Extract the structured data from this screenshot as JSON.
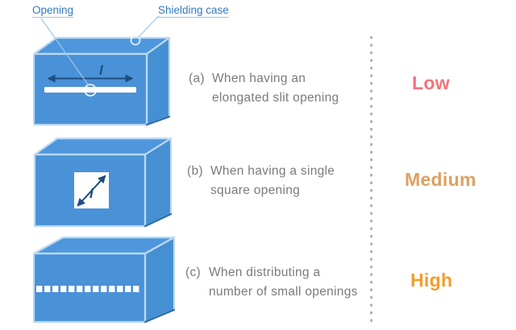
{
  "callouts": {
    "opening": "Opening",
    "shielding_case": "Shielding case"
  },
  "dimension_symbol": "l",
  "rows": [
    {
      "key": "(a)",
      "line1": "When having an",
      "line2": "elongated slit opening",
      "level": "Low"
    },
    {
      "key": "(b)",
      "line1": "When having a single",
      "line2": "square opening",
      "level": "Medium"
    },
    {
      "key": "(c)",
      "line1": "When distributing a",
      "line2": "number of small openings",
      "level": "High"
    }
  ],
  "colors": {
    "box_blue_front": "#4a92d8",
    "box_blue_top": "#4f97dc",
    "box_blue_right": "#4590d3",
    "box_edge_light": "#bcd9f2",
    "box_edge_dark": "#2e6da8",
    "arrow_navy": "#1d4e7e",
    "callout_text_blue": "#3379c2",
    "leader_line_blue": "#9fc5e8",
    "body_text_gray": "#7b7b7b",
    "divider_gray": "#b3b3b3",
    "level_low": "#f4737b",
    "level_medium": "#dfa05f",
    "level_high": "#f49d2b"
  }
}
